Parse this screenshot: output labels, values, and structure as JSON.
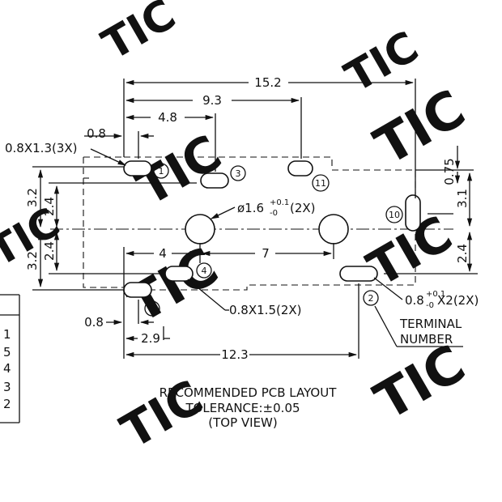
{
  "title_lines": [
    "RECOMMENDED PCB LAYOUT",
    "TOLERANCE:±0.05",
    "(TOP VIEW)"
  ],
  "watermark": "TIC",
  "dimensions": {
    "overall_width": "15.2",
    "pad11_offset": "9.3",
    "pad3_offset": "4.8",
    "pad1_width": "0.8",
    "right_top": "0.75",
    "right_mid": "3.1",
    "right_bottom": "2.4",
    "left_upper_outer": "3.2",
    "left_upper_inner": "2.4",
    "left_lower_outer": "3.2",
    "left_lower_inner": "2.4",
    "hole_pitch_left": "4",
    "hole_pitch_right": "7",
    "bottom_pad_width": "0.8",
    "pad5_offset": "2.9",
    "pad2_offset": "12.3"
  },
  "callouts": {
    "slot_1_5": "0.8X1.3(3X)",
    "slot_3_4": "0.8X1.5(2X)",
    "hole_prefix": "ø1.6",
    "hole_tol_plus": "+0.1",
    "hole_tol_minus": "-0",
    "hole_qty": "(2X)",
    "slot_2_10_prefix": "0.8",
    "slot_2_10_tol_plus": "+0.1",
    "slot_2_10_tol_minus": "-0",
    "slot_2_10_suffix": "X2(2X)",
    "terminal_line1": "TERMINAL",
    "terminal_line2": "NUMBER"
  },
  "terminals": [
    "1",
    "3",
    "11",
    "10",
    "4",
    "5",
    "2"
  ],
  "side_table": [
    "1",
    "5",
    "4",
    "3",
    "2"
  ]
}
